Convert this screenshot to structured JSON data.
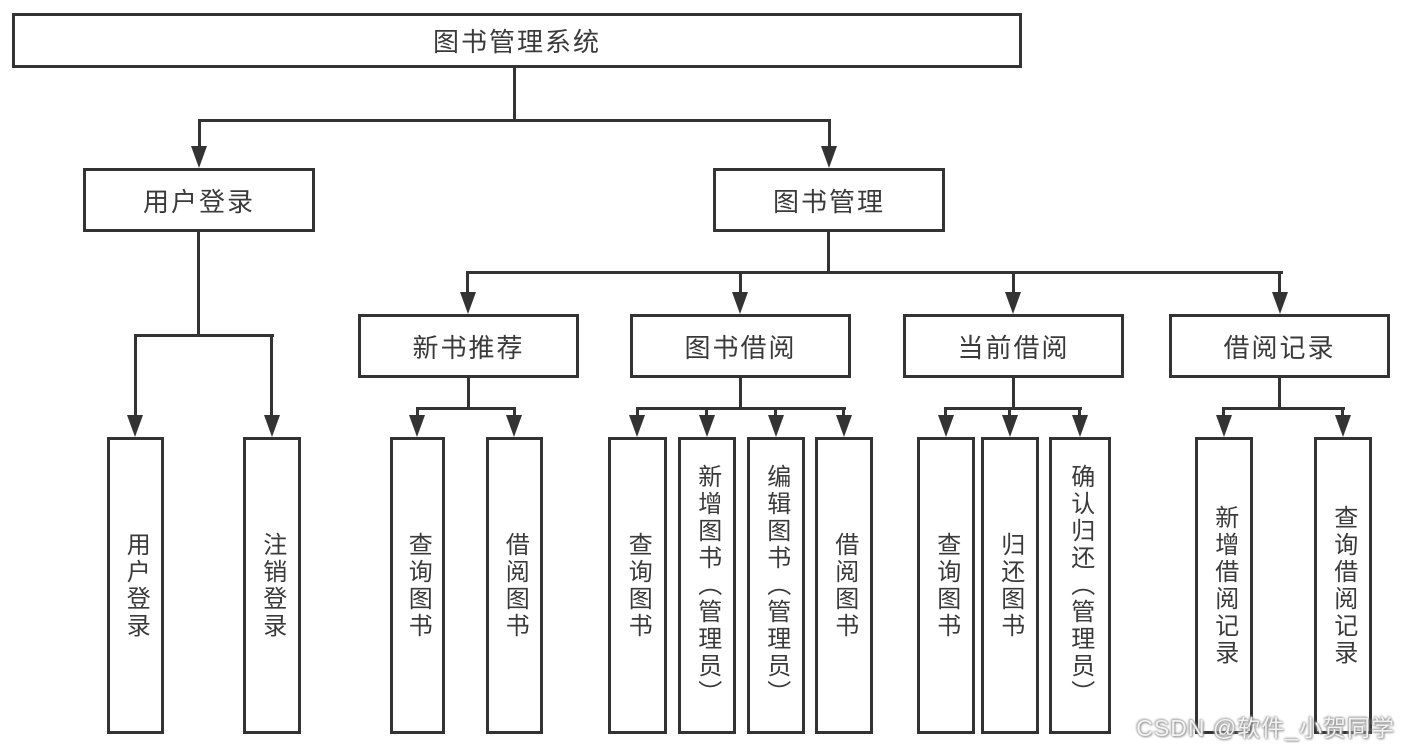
{
  "nodes": {
    "root": "图书管理系统",
    "user_login": "用户登录",
    "book_management": "图书管理",
    "new_book": "新书推荐",
    "book_borrow": "图书借阅",
    "current_borrow": "当前借阅",
    "borrow_record": "借阅记录"
  },
  "leaves": {
    "user_login": [
      "用户登录",
      "注销登录"
    ],
    "new_book": [
      "查询图书",
      "借阅图书"
    ],
    "book_borrow": [
      "查询图书",
      "新增图书（管理员）",
      "编辑图书（管理员）",
      "借阅图书"
    ],
    "current_borrow": [
      "查询图书",
      "归还图书",
      "确认归还（管理员）"
    ],
    "borrow_record": [
      "新增借阅记录",
      "查询借阅记录"
    ]
  },
  "watermark": "CSDN @软件_小贺同学",
  "colors": {
    "line": "#333333",
    "text": "#3a3a3a",
    "background": "#ffffff",
    "watermark_fill": "#f2f2f2",
    "watermark_shadow": "#8f8f8f"
  }
}
